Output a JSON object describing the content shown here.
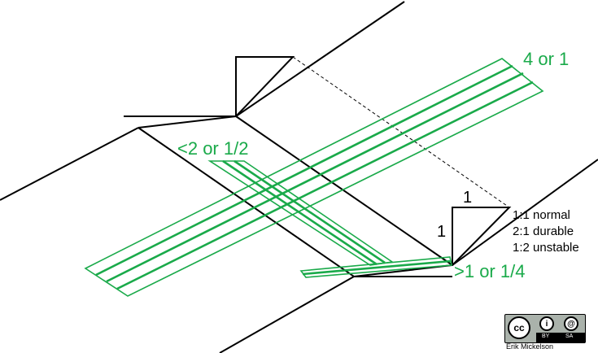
{
  "colors": {
    "reinforcement": "#1aaa4a",
    "outline": "#000000"
  },
  "labels": {
    "top_ratio": "4 or 1",
    "middle_ratio": "<2 or 1/2",
    "bottom_ratio": ">1 or 1/4",
    "slope_run": "1",
    "slope_rise": "1"
  },
  "legend": {
    "normal": "1:1 normal",
    "durable": "2:1 durable",
    "unstable": "1:2 unstable"
  },
  "license": {
    "cc": "cc",
    "by_icon": "i",
    "sa_icon": "@",
    "by": "BY",
    "sa": "SA",
    "author": "Erik Mickelson"
  }
}
